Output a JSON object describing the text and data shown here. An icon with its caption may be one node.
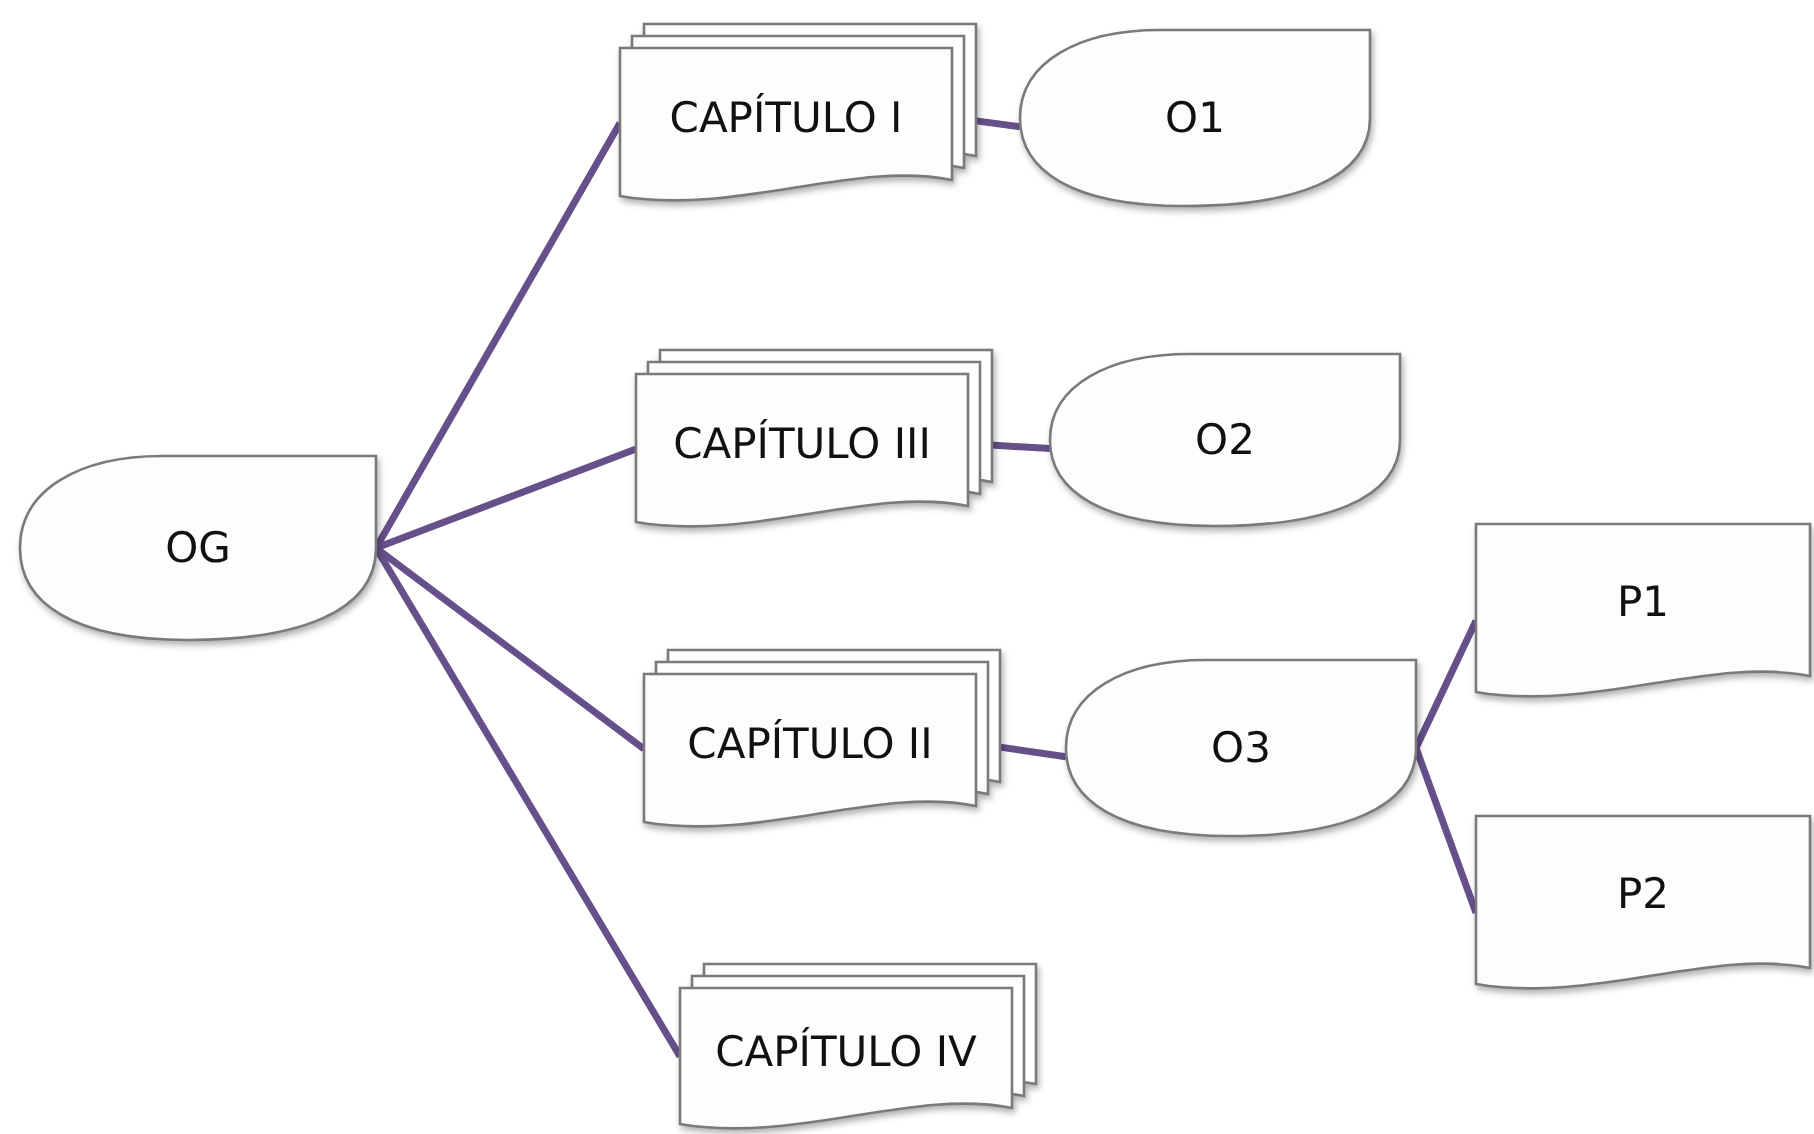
{
  "diagram": {
    "nodes": [
      {
        "text": [
          "OG"
        ]
      },
      {
        "text": [
          "CAPÍTULO I"
        ]
      },
      {
        "text": [
          "O1"
        ]
      },
      {
        "text": [
          "CAPÍTULO III"
        ]
      },
      {
        "text": [
          "O2"
        ]
      },
      {
        "text": [
          "CAPÍTULO II"
        ]
      },
      {
        "text": [
          "O3"
        ]
      },
      {
        "text": [
          "P1"
        ]
      },
      {
        "text": [
          "P2"
        ]
      },
      {
        "text": [
          "CAPÍTULO IV"
        ]
      }
    ],
    "edges": [
      {
        "from": 0,
        "to": 1,
        "arrow": "none"
      },
      {
        "from": 0,
        "to": 3,
        "arrow": "none"
      },
      {
        "from": 0,
        "to": 5,
        "arrow": "none"
      },
      {
        "from": 0,
        "to": 9,
        "arrow": "none"
      },
      {
        "from": 1,
        "to": 2,
        "arrow": "none"
      },
      {
        "from": 3,
        "to": 4,
        "arrow": "none"
      },
      {
        "from": 5,
        "to": 6,
        "arrow": "none"
      },
      {
        "from": 6,
        "to": 7,
        "arrow": "none"
      },
      {
        "from": 6,
        "to": 8,
        "arrow": "none"
      }
    ]
  }
}
